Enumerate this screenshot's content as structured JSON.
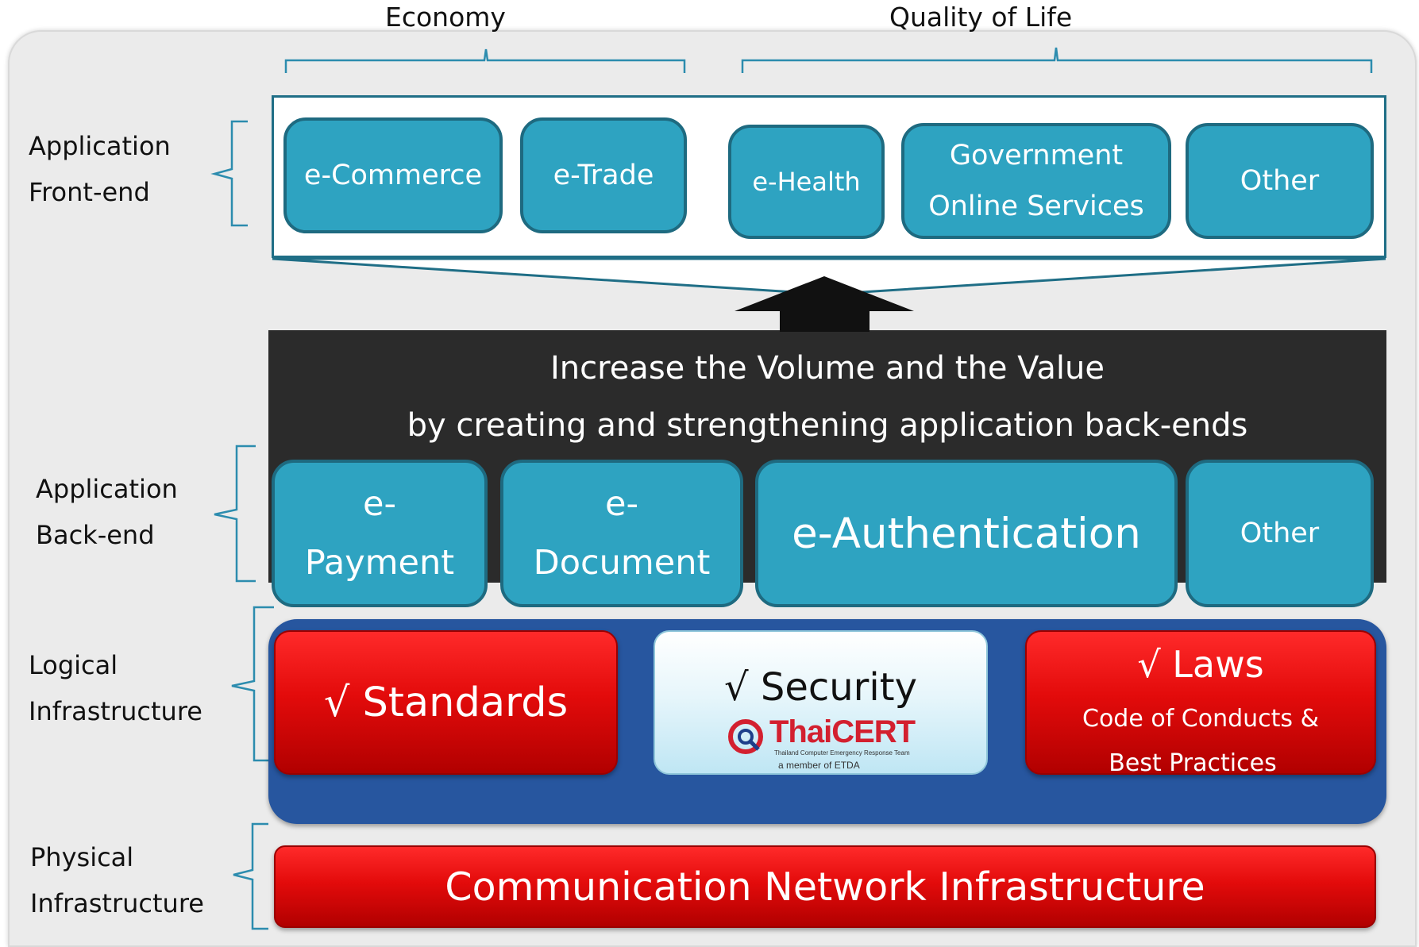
{
  "groups": {
    "economy": "Economy",
    "quality_of_life": "Quality of Life"
  },
  "layers": {
    "front_end": [
      "Application",
      "Front-end"
    ],
    "back_end": [
      "Application",
      "Back-end"
    ],
    "logical": [
      "Logical",
      "Infrastructure"
    ],
    "physical": [
      "Physical",
      "Infrastructure"
    ]
  },
  "front_end_apps": {
    "ecommerce": "e-Commerce",
    "etrade": "e-Trade",
    "ehealth": "e-Health",
    "gov_line1": "Government",
    "gov_line2": "Online Services",
    "other": "Other"
  },
  "banner": {
    "line1": "Increase the Volume and the Value",
    "line2": "by creating and strengthening application back-ends"
  },
  "back_end_apps": {
    "payment_line1": "e-",
    "payment_line2": "Payment",
    "document_line1": "e-",
    "document_line2": "Document",
    "authentication": "e-Authentication",
    "other": "Other"
  },
  "logical_infra": {
    "standards": "√ Standards",
    "security": "√ Security",
    "laws": "√ Laws",
    "laws_sub1": "Code of Conducts &",
    "laws_sub2": "Best Practices"
  },
  "thaicert": {
    "name": "ThaiCERT",
    "tagline": "Thailand Computer Emergency Response Team",
    "member": "a member of ETDA"
  },
  "physical_infra": "Communication Network Infrastructure",
  "colors": {
    "teal": "#2ea3c1",
    "teal_border": "#1e6a80",
    "dark": "#2b2b2b",
    "blue": "#27569f",
    "red": "#e30b0b",
    "thaicert_red": "#d3202f"
  }
}
